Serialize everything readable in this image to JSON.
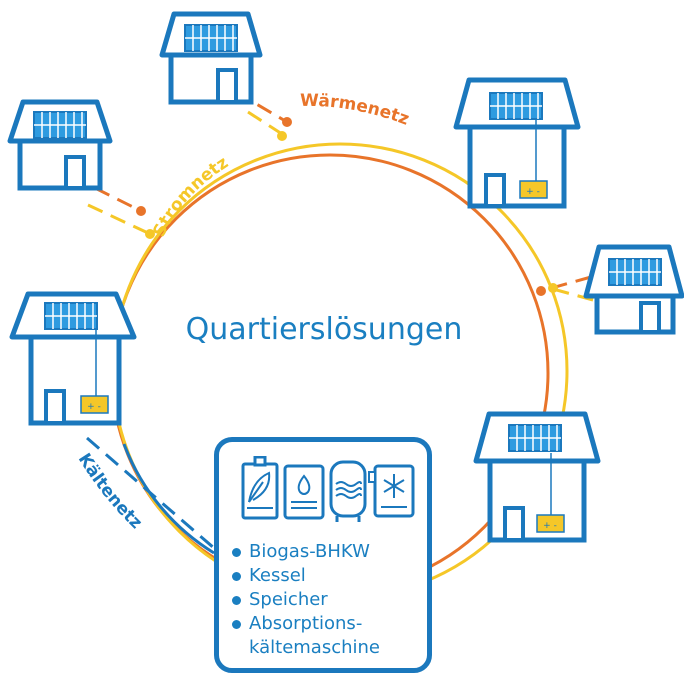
{
  "diagram": {
    "title": "Quartierslösungen",
    "networks": {
      "heat": "Wärmenetz",
      "power": "Stromnetz",
      "cold": "Kältenetz"
    },
    "plant": {
      "items": [
        "Biogas-BHKW",
        "Kessel",
        "Speicher",
        "Absorptions-"
      ],
      "item_continuation": "kältemaschine"
    },
    "battery_symbol": "+ -",
    "colors": {
      "blue": "#1b78bd",
      "light_blue": "#2e9be0",
      "orange": "#e8742a",
      "yellow": "#f5c728",
      "text_blue": "#1a7fc1"
    }
  }
}
